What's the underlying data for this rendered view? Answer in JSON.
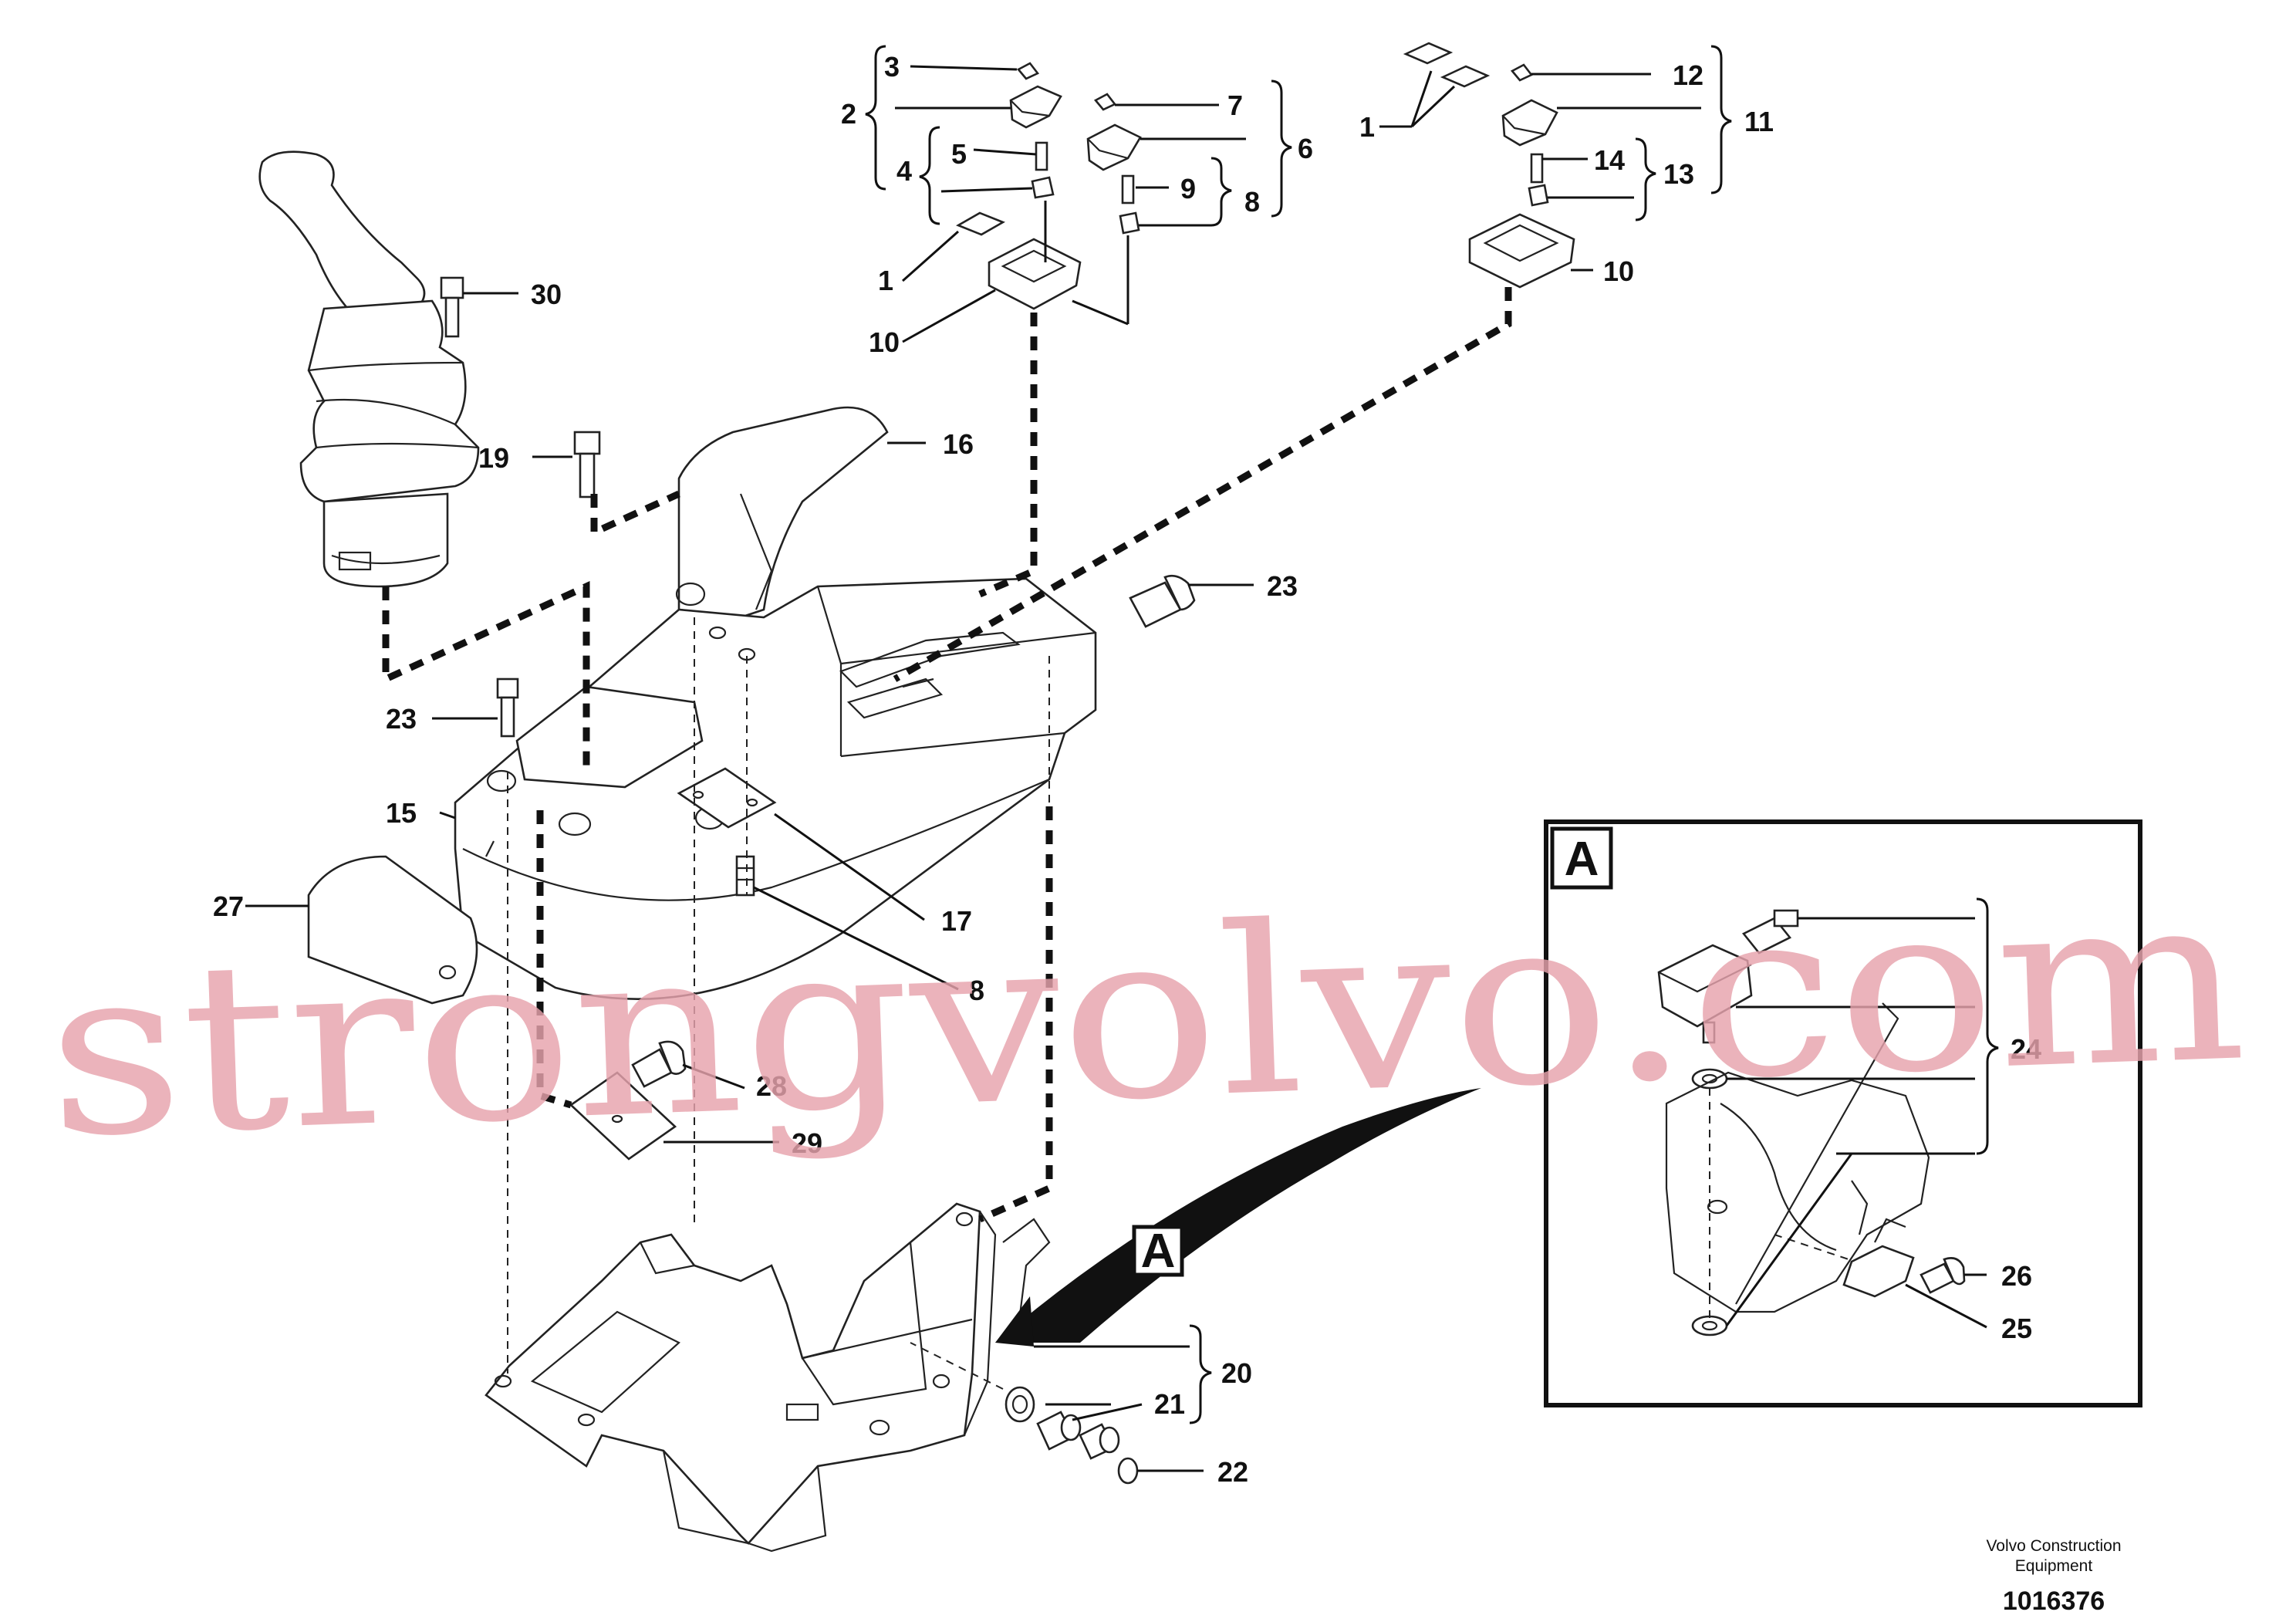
{
  "callouts": {
    "c1a": "1",
    "c1b": "1",
    "c1c": "1",
    "c2": "2",
    "c3": "3",
    "c4": "4",
    "c5": "5",
    "c6": "6",
    "c7": "7",
    "c8a": "8",
    "c8b": "8",
    "c9": "9",
    "c10a": "10",
    "c10b": "10",
    "c11": "11",
    "c12": "12",
    "c13": "13",
    "c14": "14",
    "c15": "15",
    "c16": "16",
    "c17": "17",
    "c19": "19",
    "c20": "20",
    "c21": "21",
    "c22": "22",
    "c23a": "23",
    "c23b": "23",
    "c24": "24",
    "c25": "25",
    "c26": "26",
    "c27": "27",
    "c28": "28",
    "c29": "29",
    "c30": "30"
  },
  "detail_label": "A",
  "marker_label": "A",
  "watermark": "strongvolvo.com",
  "footer": {
    "company_line1": "Volvo Construction",
    "company_line2": "Equipment",
    "drawing_number": "1016376"
  }
}
